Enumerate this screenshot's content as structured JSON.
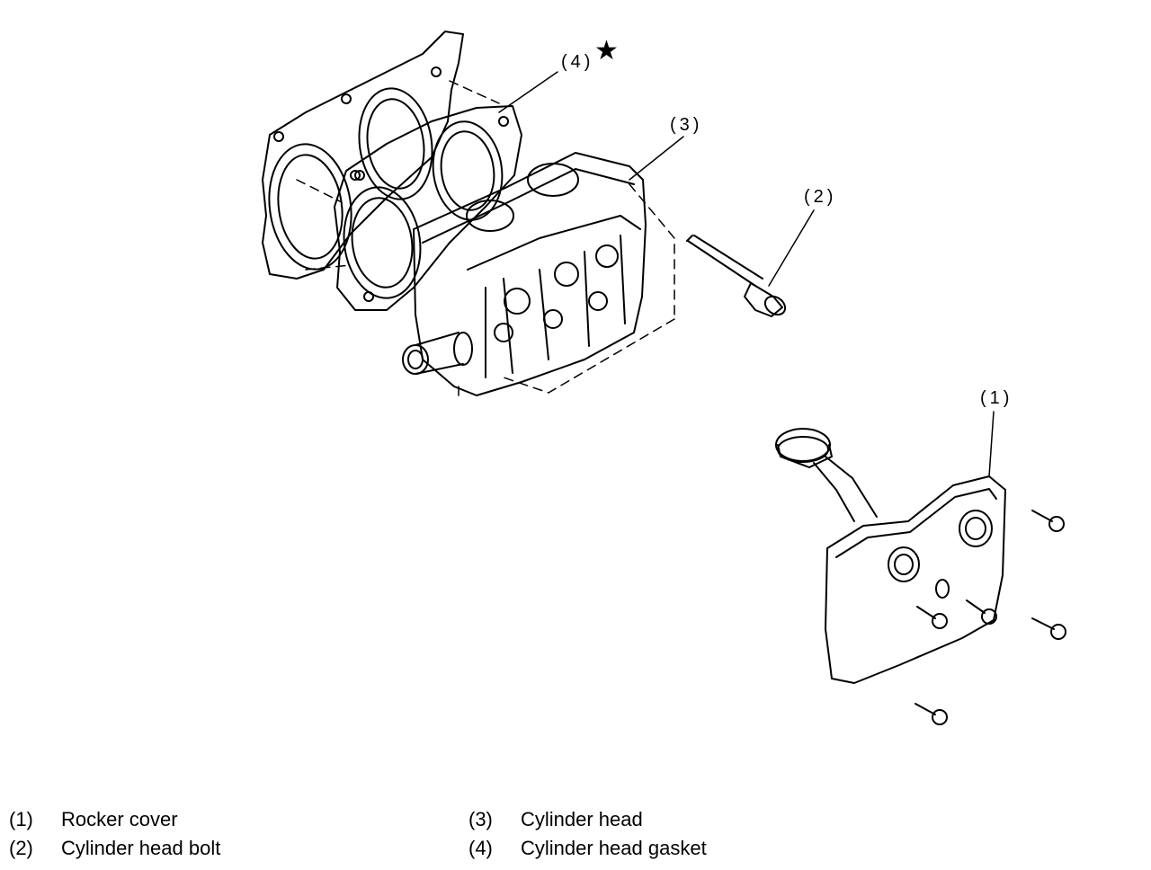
{
  "callouts": {
    "c1": "(1)",
    "c2": "(2)",
    "c3": "(3)",
    "c4": "(4)",
    "star_icon": "star-icon"
  },
  "legend": {
    "left": [
      {
        "num": "(1)",
        "label": "Rocker cover"
      },
      {
        "num": "(2)",
        "label": "Cylinder head bolt"
      }
    ],
    "right": [
      {
        "num": "(3)",
        "label": "Cylinder head"
      },
      {
        "num": "(4)",
        "label": "Cylinder head gasket"
      }
    ]
  }
}
